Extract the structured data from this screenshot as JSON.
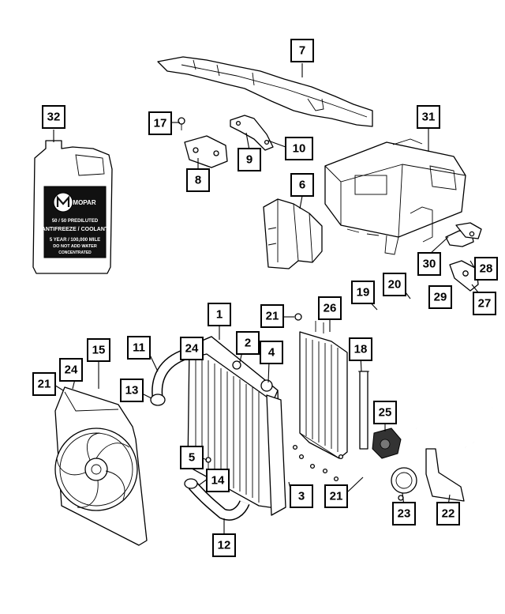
{
  "callouts": {
    "c1": "1",
    "c2": "2",
    "c3": "3",
    "c4": "4",
    "c5": "5",
    "c6": "6",
    "c7": "7",
    "c8": "8",
    "c9": "9",
    "c10": "10",
    "c11": "11",
    "c12": "12",
    "c13": "13",
    "c14": "14",
    "c15": "15",
    "c17": "17",
    "c18": "18",
    "c19": "19",
    "c20": "20",
    "c21a": "21",
    "c21b": "21",
    "c21c": "21",
    "c22": "22",
    "c23": "23",
    "c24a": "24",
    "c24b": "24",
    "c25": "25",
    "c26": "26",
    "c27": "27",
    "c28": "28",
    "c29": "29",
    "c30": "30",
    "c31": "31",
    "c32": "32"
  },
  "jug_label": {
    "brand": "MOPAR",
    "line1": "50 / 50 PREDILUTED",
    "line2": "ANTIFREEZE / COOLANT",
    "line3": "5 YEAR / 100,000 MILE",
    "line4": "DO NOT ADD WATER",
    "line5": "CONCENTRATED"
  }
}
